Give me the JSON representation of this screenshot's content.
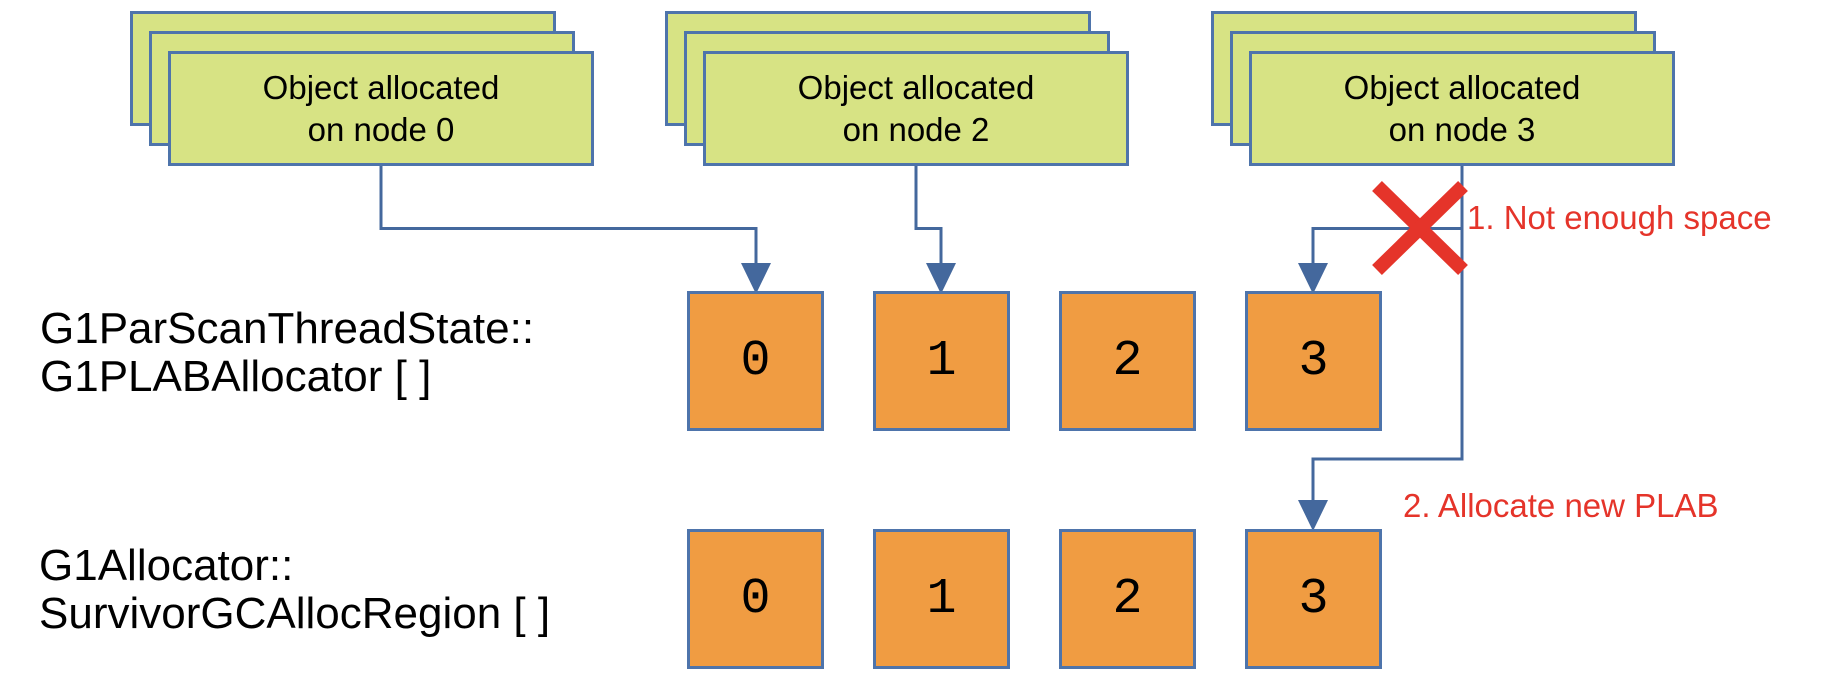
{
  "diagram": {
    "stacks": [
      {
        "lines": [
          "Object allocated",
          "on node 0"
        ]
      },
      {
        "lines": [
          "Object allocated",
          "on node 2"
        ]
      },
      {
        "lines": [
          "Object allocated",
          "on node 3"
        ]
      }
    ],
    "arrays": [
      {
        "label_lines": [
          "G1ParScanThreadState::",
          "G1PLABAllocator [ ]"
        ],
        "cells": [
          "0",
          "1",
          "2",
          "3"
        ]
      },
      {
        "label_lines": [
          "G1Allocator::",
          "SurvivorGCAllocRegion [ ]"
        ],
        "cells": [
          "0",
          "1",
          "2",
          "3"
        ]
      }
    ],
    "annotations": [
      {
        "text": "1. Not enough space"
      },
      {
        "text": "2. Allocate new PLAB"
      }
    ],
    "icons": {
      "cross_mark": "✕"
    },
    "colors": {
      "box_fill_green": "#d7e384",
      "cell_fill_orange": "#f09c42",
      "shape_border_blue": "#4e74ab",
      "connector_blue": "#44689d",
      "annotation_red": "#e5342a",
      "text_black": "#000000"
    }
  }
}
